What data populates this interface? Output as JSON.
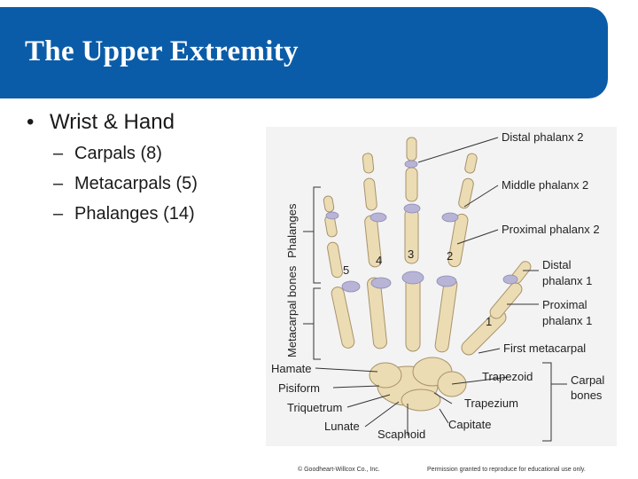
{
  "slide": {
    "title": "The Upper Extremity",
    "bullet": "Wrist & Hand",
    "bullet_marker": "•",
    "sub_marker": "–",
    "subitems": [
      "Carpals (8)",
      "Metacarpals (5)",
      "Phalanges (14)"
    ]
  },
  "figure": {
    "labels": {
      "distal_phalanx_2": "Distal phalanx 2",
      "middle_phalanx_2": "Middle phalanx 2",
      "proximal_phalanx_2": "Proximal phalanx 2",
      "distal_phalanx_1_a": "Distal",
      "distal_phalanx_1_b": "phalanx 1",
      "proximal_phalanx_1_a": "Proximal",
      "proximal_phalanx_1_b": "phalanx 1",
      "first_metacarpal": "First metacarpal",
      "trapezoid": "Trapezoid",
      "trapezium": "Trapezium",
      "capitate": "Capitate",
      "carpal_bones_a": "Carpal",
      "carpal_bones_b": "bones",
      "hamate": "Hamate",
      "pisiform": "Pisiform",
      "triquetrum": "Triquetrum",
      "lunate": "Lunate",
      "scaphoid": "Scaphoid",
      "phalanges": "Phalanges",
      "metacarpal_bones": "Metacarpal bones",
      "digit_5": "5",
      "digit_4": "4",
      "digit_3": "3",
      "digit_2": "2",
      "digit_1": "1"
    }
  },
  "footer": {
    "copyright": "© Goodheart-Willcox Co., Inc.",
    "permission": "Permission granted to reproduce for educational use only."
  },
  "colors": {
    "banner": "#0b5ca8",
    "bone": "#ecdcb4",
    "cartilage": "#b7b4d6"
  }
}
